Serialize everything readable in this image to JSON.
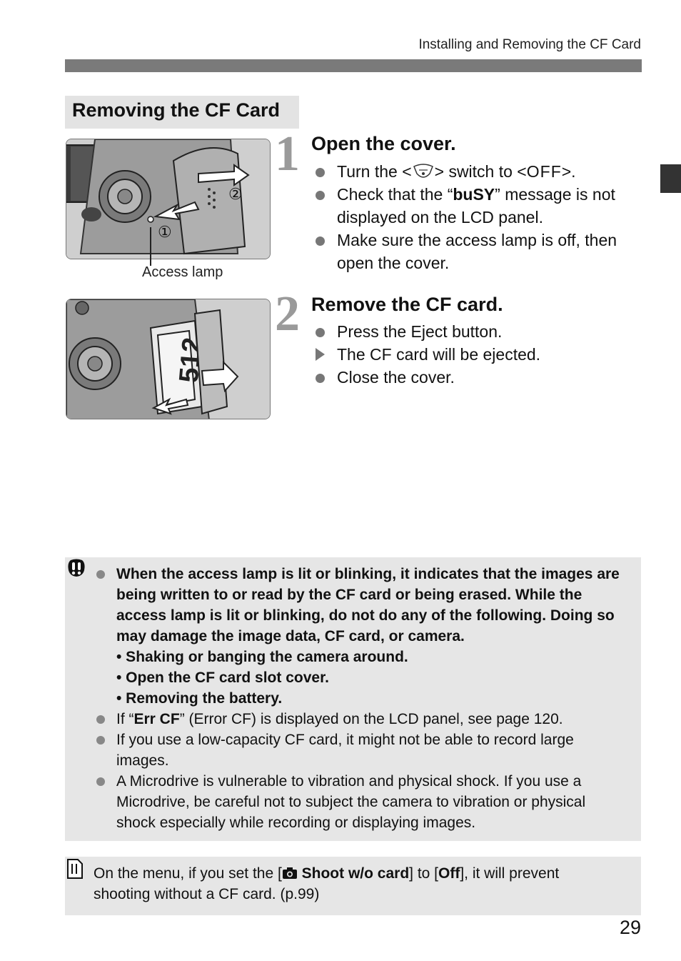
{
  "running_head": "Installing and Removing the CF Card",
  "section_title": "Removing the CF Card",
  "figure1": {
    "caption": "Access lamp",
    "callout1": "①",
    "callout2": "②"
  },
  "steps": [
    {
      "number": "1",
      "title": "Open the cover.",
      "items": [
        {
          "marker": "bullet",
          "pre": "Turn the <",
          "icon": "power-switch-icon",
          "mid": "> switch to <",
          "bold_part": "OFF",
          "post": ">."
        },
        {
          "marker": "bullet",
          "pre": "Check that the “",
          "bold_part": "buSY",
          "post": "” message is not displayed on the LCD panel."
        },
        {
          "marker": "bullet",
          "text": "Make sure the access lamp is off, then open the cover."
        }
      ]
    },
    {
      "number": "2",
      "title": "Remove the CF card.",
      "items": [
        {
          "marker": "bullet",
          "text": "Press the Eject button."
        },
        {
          "marker": "arrow",
          "text": "The CF card will be ejected."
        },
        {
          "marker": "bullet",
          "text": "Close the cover."
        }
      ]
    }
  ],
  "caution": {
    "icon": "caution-icon",
    "item1": {
      "text": "When the access lamp is lit or blinking, it indicates that the images are being written to or read by the CF card or being erased. While the access lamp is lit or blinking, do not do any of the following. Doing so may damage the image data, CF card, or camera.",
      "subs": [
        "• Shaking or banging the camera around.",
        "• Open the CF card slot cover.",
        "• Removing the battery."
      ]
    },
    "item2": {
      "pre": "If “",
      "bold_part": "Err CF",
      "post": "” (Error CF) is displayed on the LCD panel, see page 120."
    },
    "item3": "If you use a low-capacity CF card, it might not be able to record large images.",
    "item4": "A Microdrive is vulnerable to vibration and physical shock. If you use a Microdrive, be careful not to subject the camera to vibration or physical shock especially while recording or displaying images."
  },
  "note": {
    "icon": "note-icon",
    "pre": "On the menu, if you set the [",
    "menu_icon": "camera-icon",
    "bold1": " Shoot w/o card",
    "mid": "] to [",
    "bold2": "Off",
    "post": "], it will prevent shooting without a CF card. (p.99)"
  },
  "page_number": "29"
}
